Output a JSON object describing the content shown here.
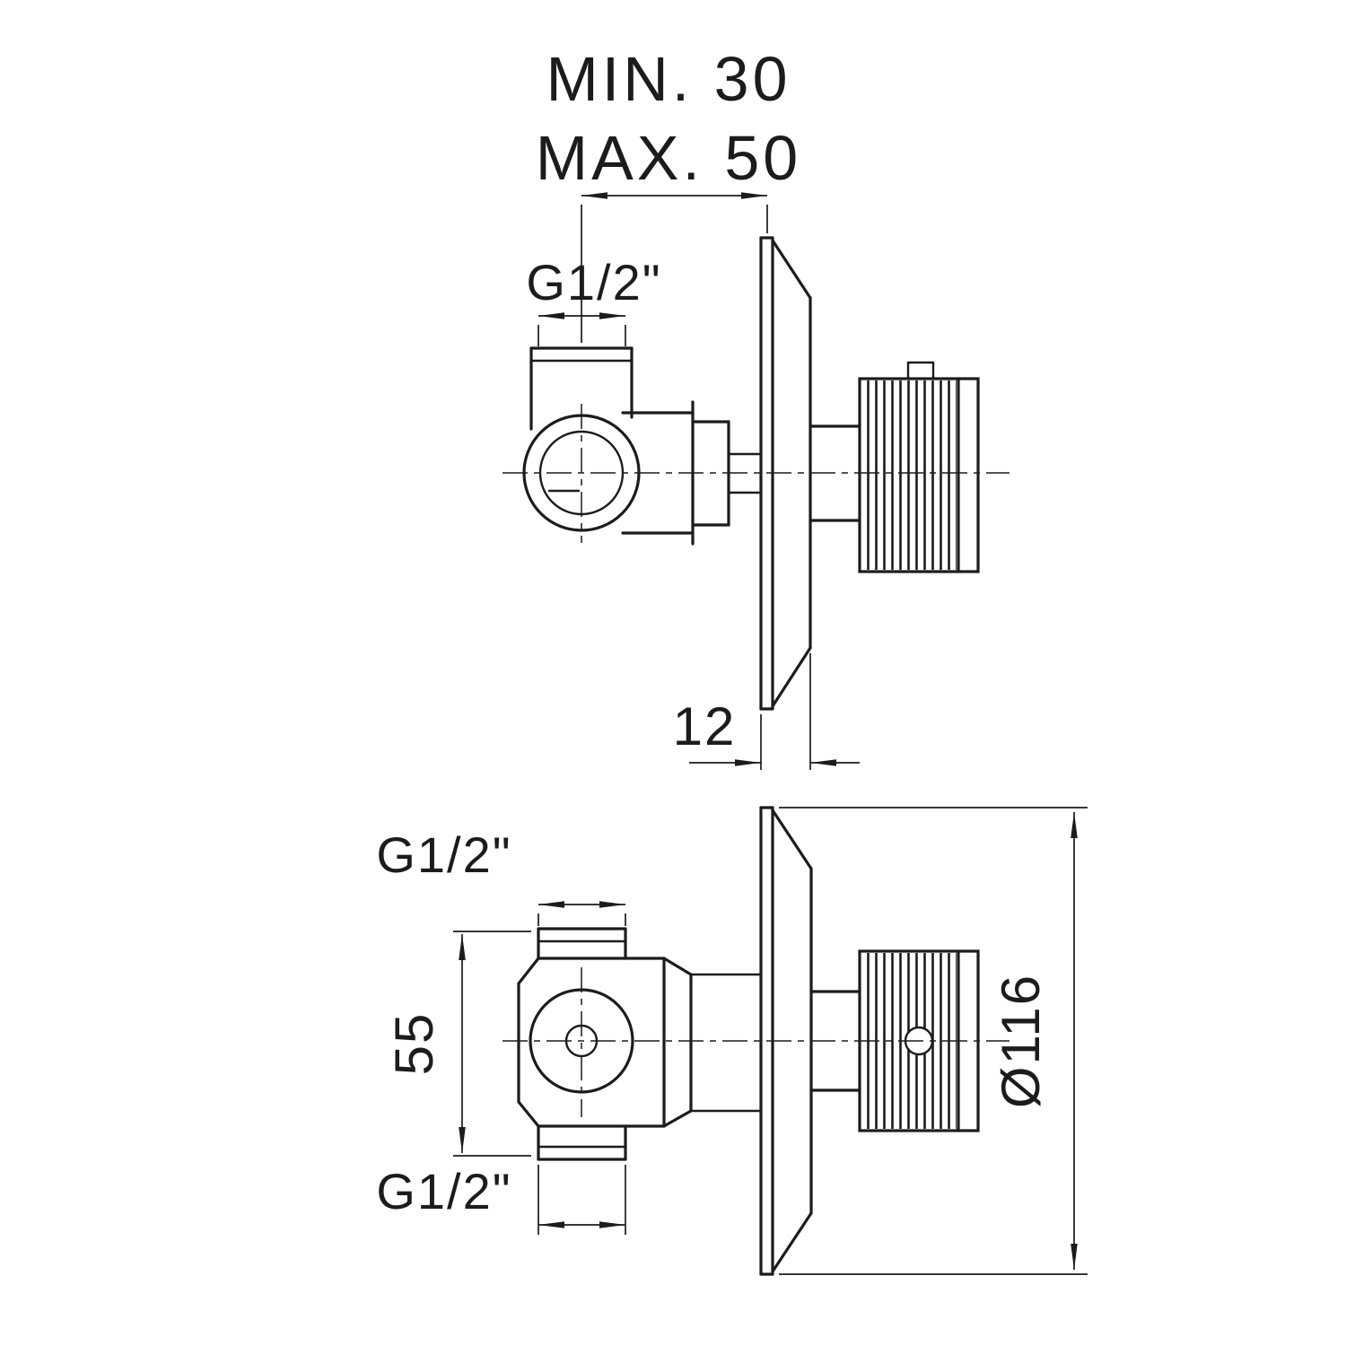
{
  "colors": {
    "line": "#1c1c1c",
    "background": "#ffffff"
  },
  "top_view": {
    "dim_min": "MIN. 30",
    "dim_max": "MAX. 50",
    "thread_label": "G1/2\"",
    "plate_thickness_label": "12"
  },
  "bottom_view": {
    "thread_top_label": "G1/2\"",
    "thread_bottom_label": "G1/2\"",
    "body_span_label": "55",
    "plate_diameter_label": "Ø116"
  }
}
